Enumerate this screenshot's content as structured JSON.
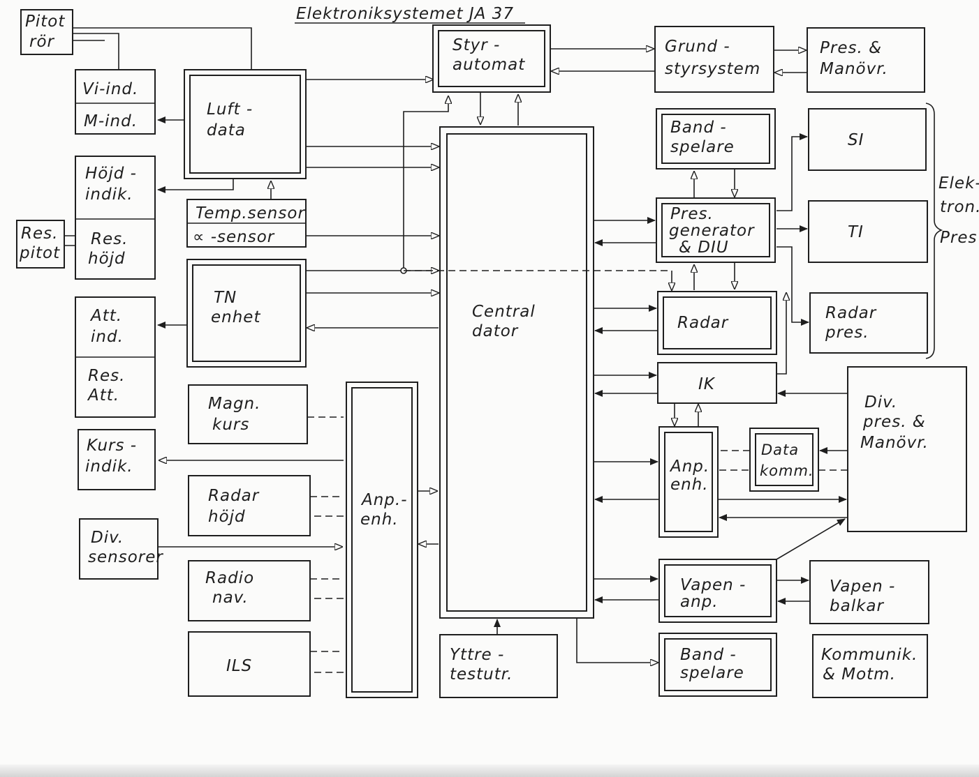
{
  "title": "Elektroniksystemet JA 37",
  "blocks": {
    "pitot_ror": [
      "Pitot",
      "rör"
    ],
    "vi_ind": "Vi-ind.",
    "m_ind": "M-ind.",
    "luft_data": [
      "Luft -",
      "data"
    ],
    "hojd_indik": [
      "Höjd -",
      "indik."
    ],
    "res_hojd": [
      "Res.",
      "höjd"
    ],
    "res_pitot": [
      "Res.",
      "pitot"
    ],
    "temp_sensor": "Temp.sensor",
    "alpha_sensor": "∝ -sensor",
    "tn_enhet": [
      "TN",
      "enhet"
    ],
    "att_ind": [
      "Att.",
      "ind."
    ],
    "res_att": [
      "Res.",
      "Att."
    ],
    "magn_kurs": [
      "Magn.",
      "kurs"
    ],
    "kurs_indik": [
      "Kurs -",
      "indik."
    ],
    "radar_hojd": [
      "Radar",
      "höjd"
    ],
    "div_sensorer": [
      "Div.",
      "sensorer"
    ],
    "radio_nav": [
      "Radio",
      "nav."
    ],
    "ils": "ILS",
    "anp_enh_left": [
      "Anp.-",
      "enh."
    ],
    "styr_automat": [
      "Styr -",
      "automat"
    ],
    "central_dator": [
      "Central",
      "dator"
    ],
    "yttre_testutr": [
      "Yttre -",
      "testutr."
    ],
    "grund_styrsystem": [
      "Grund -",
      "styrsystem"
    ],
    "pres_manovr_top": [
      "Pres. &",
      "Manövr."
    ],
    "band_spelare_top": [
      "Band -",
      "spelare"
    ],
    "si": "SI",
    "pres_generator": [
      "Pres.",
      "generator",
      "& DIU"
    ],
    "ti": "TI",
    "elektron_pres": [
      "Elek-",
      "tron.",
      "Pres"
    ],
    "radar": "Radar",
    "radar_pres": [
      "Radar",
      "pres."
    ],
    "ik": "IK",
    "div_pres_manovr": [
      "Div.",
      "pres. &",
      "Manövr."
    ],
    "anp_enh_right": [
      "Anp.",
      "enh."
    ],
    "data_komm": [
      "Data",
      "komm."
    ],
    "vapen_anp": [
      "Vapen -",
      "anp."
    ],
    "vapen_balkar": [
      "Vapen -",
      "balkar"
    ],
    "band_spelare_bottom": [
      "Band -",
      "spelare"
    ],
    "kommunik_motm": [
      "Kommunik.",
      "& Motm."
    ]
  }
}
